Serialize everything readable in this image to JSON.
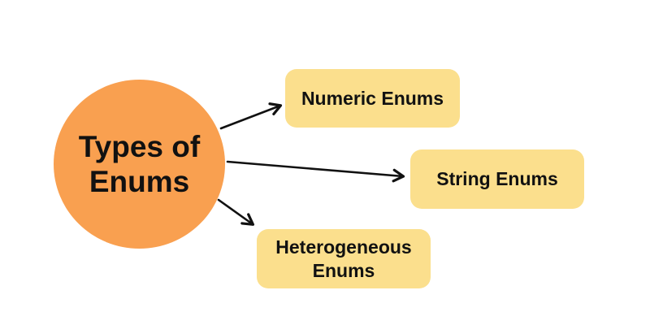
{
  "diagram": {
    "type": "concept-map",
    "root": {
      "id": "root",
      "label": "Types of Enums",
      "shape": "circle"
    },
    "nodes": [
      {
        "id": "numeric",
        "label": "Numeric Enums",
        "shape": "rounded-rect"
      },
      {
        "id": "string",
        "label": "String Enums",
        "shape": "rounded-rect"
      },
      {
        "id": "heterogeneous",
        "label": "Heterogeneous Enums",
        "shape": "rounded-rect"
      }
    ],
    "edges": [
      {
        "from": "root",
        "to": "numeric",
        "style": "arrow"
      },
      {
        "from": "root",
        "to": "string",
        "style": "arrow"
      },
      {
        "from": "root",
        "to": "heterogeneous",
        "style": "arrow"
      }
    ],
    "colors": {
      "root_fill": "#F9A050",
      "node_fill": "#FBDF8D",
      "text": "#111111",
      "arrow": "#111111",
      "background": "#FFFFFF"
    }
  }
}
